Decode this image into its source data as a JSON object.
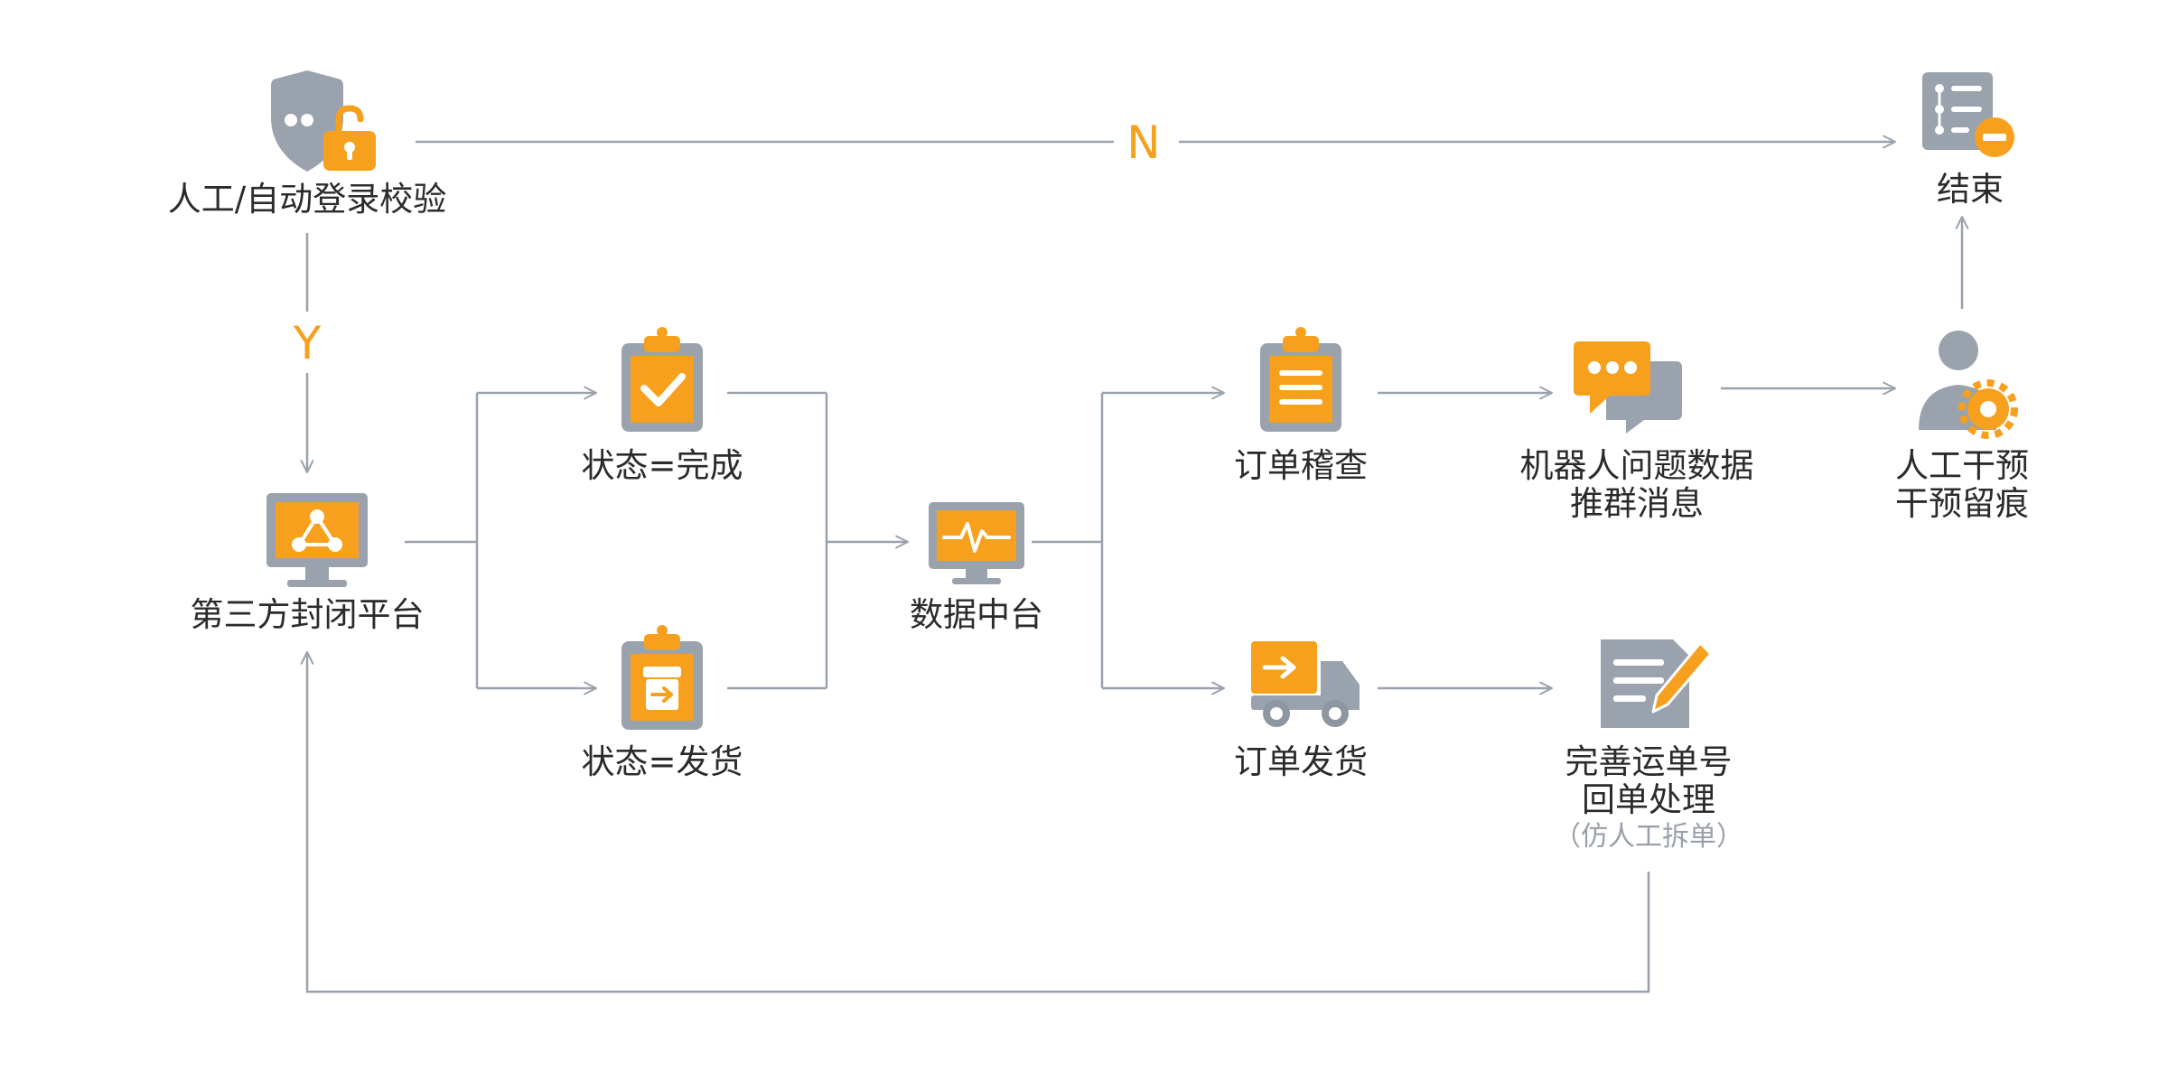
{
  "colors": {
    "accent": "#f7a01d",
    "icon_gray": "#9aa2ae",
    "line": "#9aa2ae",
    "text": "#2b2b2b",
    "sub_text": "#9aa0aa"
  },
  "edges": {
    "no_label": "N",
    "yes_label": "Y"
  },
  "nodes": {
    "login_check": {
      "label": "人工/自动登录校验",
      "icon": "shield-lock-icon"
    },
    "end": {
      "label": "结束",
      "icon": "list-minus-icon"
    },
    "platform": {
      "label": "第三方封闭平台",
      "icon": "monitor-network-icon"
    },
    "status_done": {
      "label": "状态=完成",
      "icon": "clipboard-check-icon"
    },
    "status_shipped": {
      "label": "状态=发货",
      "icon": "clipboard-box-icon"
    },
    "data_center": {
      "label": "数据中台",
      "icon": "monitor-pulse-icon"
    },
    "order_check": {
      "label": "订单稽查",
      "icon": "clipboard-list-icon"
    },
    "robot_push": {
      "line1": "机器人问题数据",
      "line2": "推群消息",
      "icon": "chat-bubbles-icon"
    },
    "manual": {
      "line1": "人工干预",
      "line2": "干预留痕",
      "icon": "user-gear-icon"
    },
    "order_ship": {
      "label": "订单发货",
      "icon": "truck-icon"
    },
    "waybill": {
      "line1": "完善运单号",
      "line2": "回单处理",
      "note": "（仿人工拆单）",
      "icon": "document-pen-icon"
    }
  }
}
